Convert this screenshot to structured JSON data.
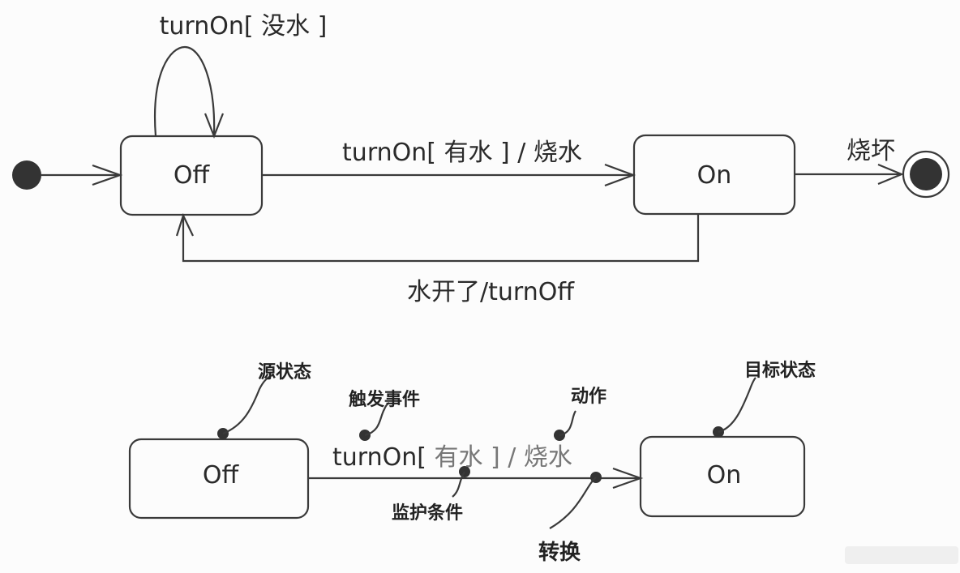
{
  "top_diagram": {
    "states": {
      "off": "Off",
      "on": "On"
    },
    "self_loop_label": "turnOn[ 没水 ]",
    "off_to_on_label": "turnOn[ 有水 ] / 烧水",
    "on_to_final_label": "烧坏",
    "on_to_off_label": "水开了/turnOff"
  },
  "bottom_diagram": {
    "states": {
      "off": "Off",
      "on": "On"
    },
    "transition_label_event": "turnOn[",
    "transition_label_guard": " 有水 ]",
    "transition_label_sep": " / ",
    "transition_label_action": "烧水",
    "annotations": {
      "source_state": "源状态",
      "trigger_event": "触发事件",
      "action": "动作",
      "target_state": "目标状态",
      "guard_condition": "监护条件",
      "transition": "转换"
    }
  },
  "colors": {
    "line": "#3a3a3a",
    "fill_dark": "#333333",
    "background": "#fcfcfc"
  }
}
